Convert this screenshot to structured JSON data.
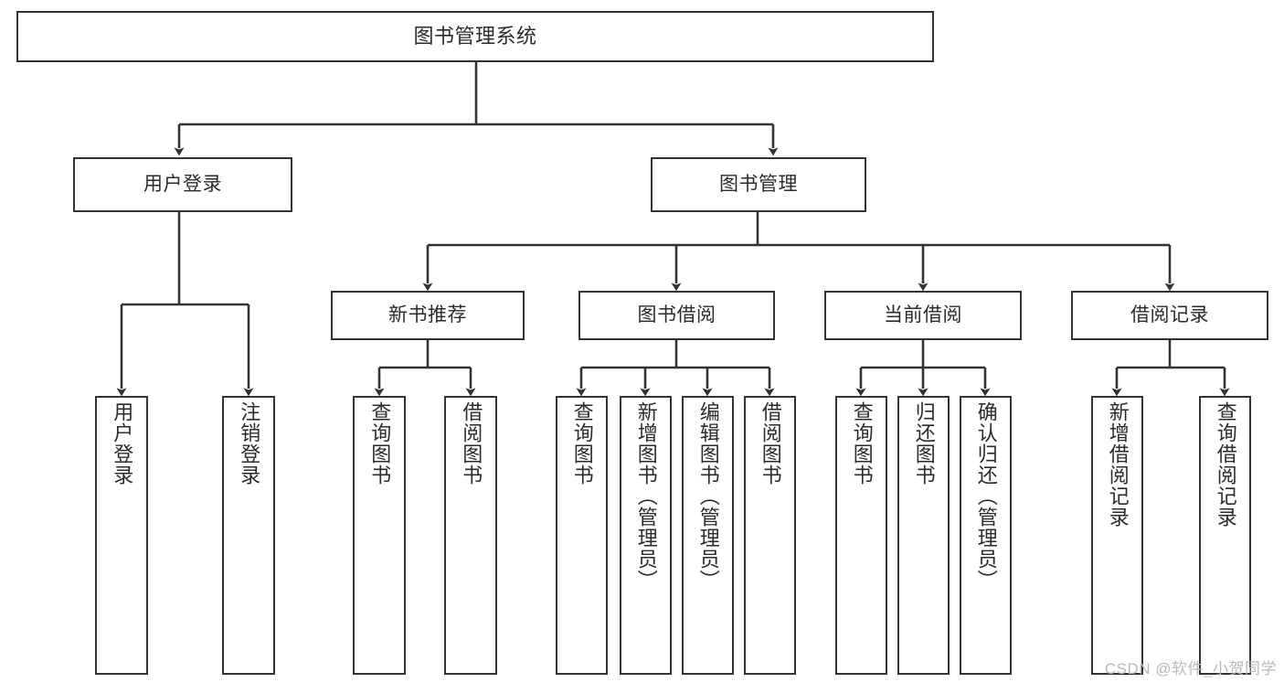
{
  "diagram": {
    "title": "图书管理系统",
    "type": "tree-hierarchy-chart",
    "stroke_color": "#333333",
    "fill_color": "#ffffff",
    "text_color": "#2b2b2b",
    "watermark": "CSDN @软件_小贺同学"
  },
  "nodes": {
    "root": {
      "label": "图书管理系统"
    },
    "level1": [
      {
        "label": "用户登录"
      },
      {
        "label": "图书管理"
      }
    ],
    "level2": [
      {
        "label": "新书推荐"
      },
      {
        "label": "图书借阅"
      },
      {
        "label": "当前借阅"
      },
      {
        "label": "借阅记录"
      }
    ],
    "leaves": {
      "user_login": [
        {
          "label": "用户登录"
        },
        {
          "label": "注销登录"
        }
      ],
      "new_book_recommend": [
        {
          "label": "查询图书"
        },
        {
          "label": "借阅图书"
        }
      ],
      "book_borrow": [
        {
          "label": "查询图书"
        },
        {
          "label": "新增图书（管理员）"
        },
        {
          "label": "编辑图书（管理员）"
        },
        {
          "label": "借阅图书"
        }
      ],
      "current_borrow": [
        {
          "label": "查询图书"
        },
        {
          "label": "归还图书"
        },
        {
          "label": "确认归还（管理员）"
        }
      ],
      "borrow_record": [
        {
          "label": "新增借阅记录"
        },
        {
          "label": "查询借阅记录"
        }
      ]
    }
  }
}
